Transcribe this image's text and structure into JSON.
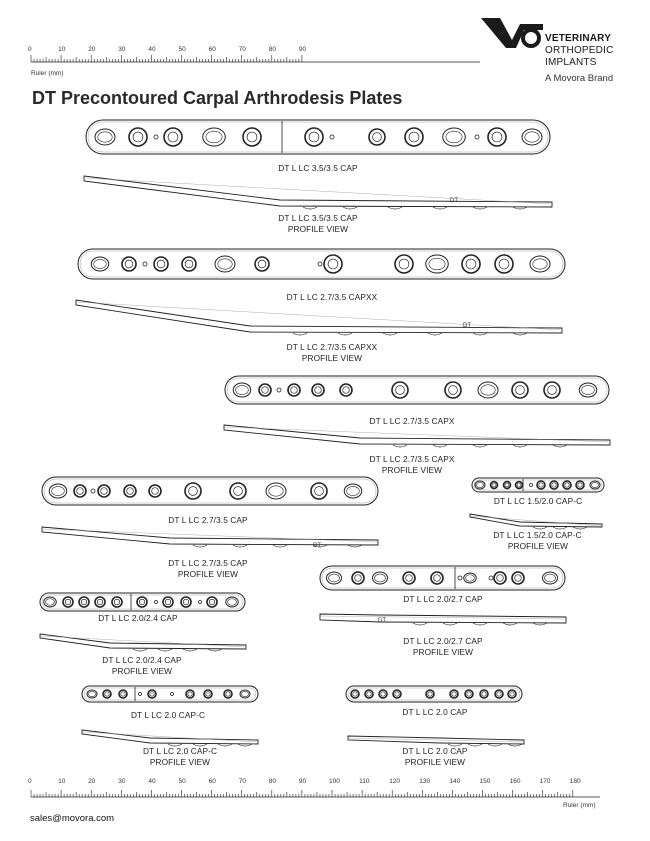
{
  "brand": {
    "line1": "VETERINARY",
    "line2": "ORTHOPEDIC",
    "line3": "IMPLANTS",
    "tagline": "A Movora Brand"
  },
  "title": "DT Precontoured Carpal Arthrodesis Plates",
  "top_ruler": {
    "label": "Ruler (mm)",
    "ticks": [
      "0",
      "10",
      "20",
      "30",
      "40",
      "50",
      "60",
      "70",
      "80",
      "90"
    ]
  },
  "bottom_ruler": {
    "label": "Ruler (mm)",
    "ticks": [
      "0",
      "10",
      "20",
      "30",
      "40",
      "50",
      "60",
      "70",
      "80",
      "90",
      "100",
      "110",
      "120",
      "130",
      "140",
      "150",
      "160",
      "170",
      "180"
    ]
  },
  "plates": [
    {
      "name": "DT L LC 3.5/3.5 CAP",
      "profile": "DT L LC 3.5/3.5 CAP",
      "profile_sub": "PROFILE VIEW"
    },
    {
      "name": "DT L LC 2.7/3.5 CAPXX",
      "profile": "DT L LC 2.7/3.5 CAPXX",
      "profile_sub": "PROFILE VIEW"
    },
    {
      "name": "DT L LC 2.7/3.5 CAPX",
      "profile": "DT L LC 2.7/3.5 CAPX",
      "profile_sub": "PROFILE VIEW"
    },
    {
      "name": "DT L LC 2.7/3.5 CAP",
      "profile": "DT L LC 2.7/3.5 CAP",
      "profile_sub": "PROFILE VIEW"
    },
    {
      "name": "DT L LC 1.5/2.0 CAP-C",
      "profile": "DT L LC 1.5/2.0 CAP-C",
      "profile_sub": "PROFILE VIEW"
    },
    {
      "name": "DT L LC 2.0/2.7 CAP",
      "profile": "DT L LC 2.0/2.7 CAP",
      "profile_sub": "PROFILE VIEW"
    },
    {
      "name": "DT L LC 2.0/2.4 CAP",
      "profile": "DT L LC 2.0/2.4 CAP",
      "profile_sub": "PROFILE VIEW"
    },
    {
      "name": "DT L LC 2.0 CAP-C",
      "profile": "DT L LC 2.0 CAP-C",
      "profile_sub": "PROFILE VIEW"
    },
    {
      "name": "DT L LC 2.0 CAP",
      "profile": "DT L LC 2.0 CAP",
      "profile_sub": "PROFILE VIEW"
    }
  ],
  "plate_marking": "DT",
  "contact": {
    "email": "sales@movora.com"
  }
}
